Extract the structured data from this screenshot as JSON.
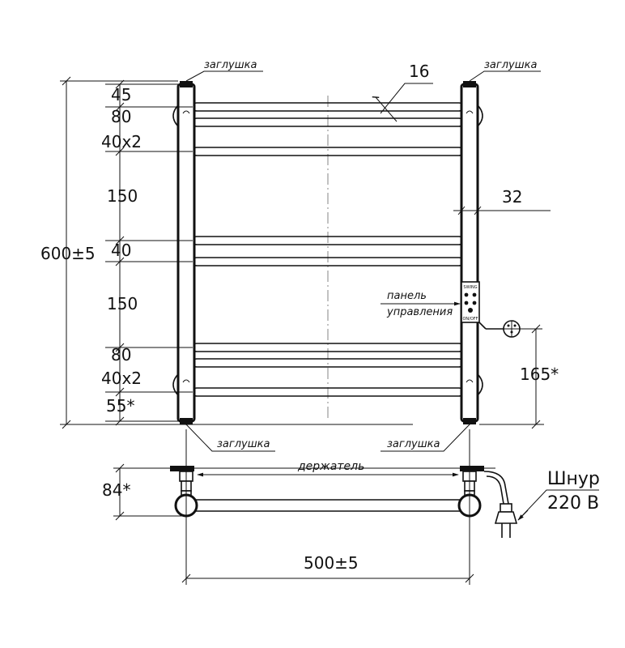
{
  "labels": {
    "plug_top_left": "заглушка",
    "plug_top_right": "заглушка",
    "plug_bottom_left": "заглушка",
    "plug_bottom_right": "заглушка",
    "holder": "держатель",
    "panel_line1": "панель",
    "panel_line2": "управления",
    "cord_line1": "Шнур",
    "cord_line2": "220 В"
  },
  "dimensions": {
    "d45": "45",
    "d80_top": "80",
    "d40x2_top": "40x2",
    "d150_top": "150",
    "d40_mid": "40",
    "d150_bottom": "150",
    "d80_bottom": "80",
    "d40x2_bottom": "40x2",
    "d55": "55*",
    "height_total": "600±5",
    "tube_16": "16",
    "riser_32": "32",
    "cord_offset": "165*",
    "holder_depth": "84*",
    "width_total": "500±5"
  },
  "panel_marks": {
    "top": "SWING",
    "bottom": "ON/OFF"
  }
}
